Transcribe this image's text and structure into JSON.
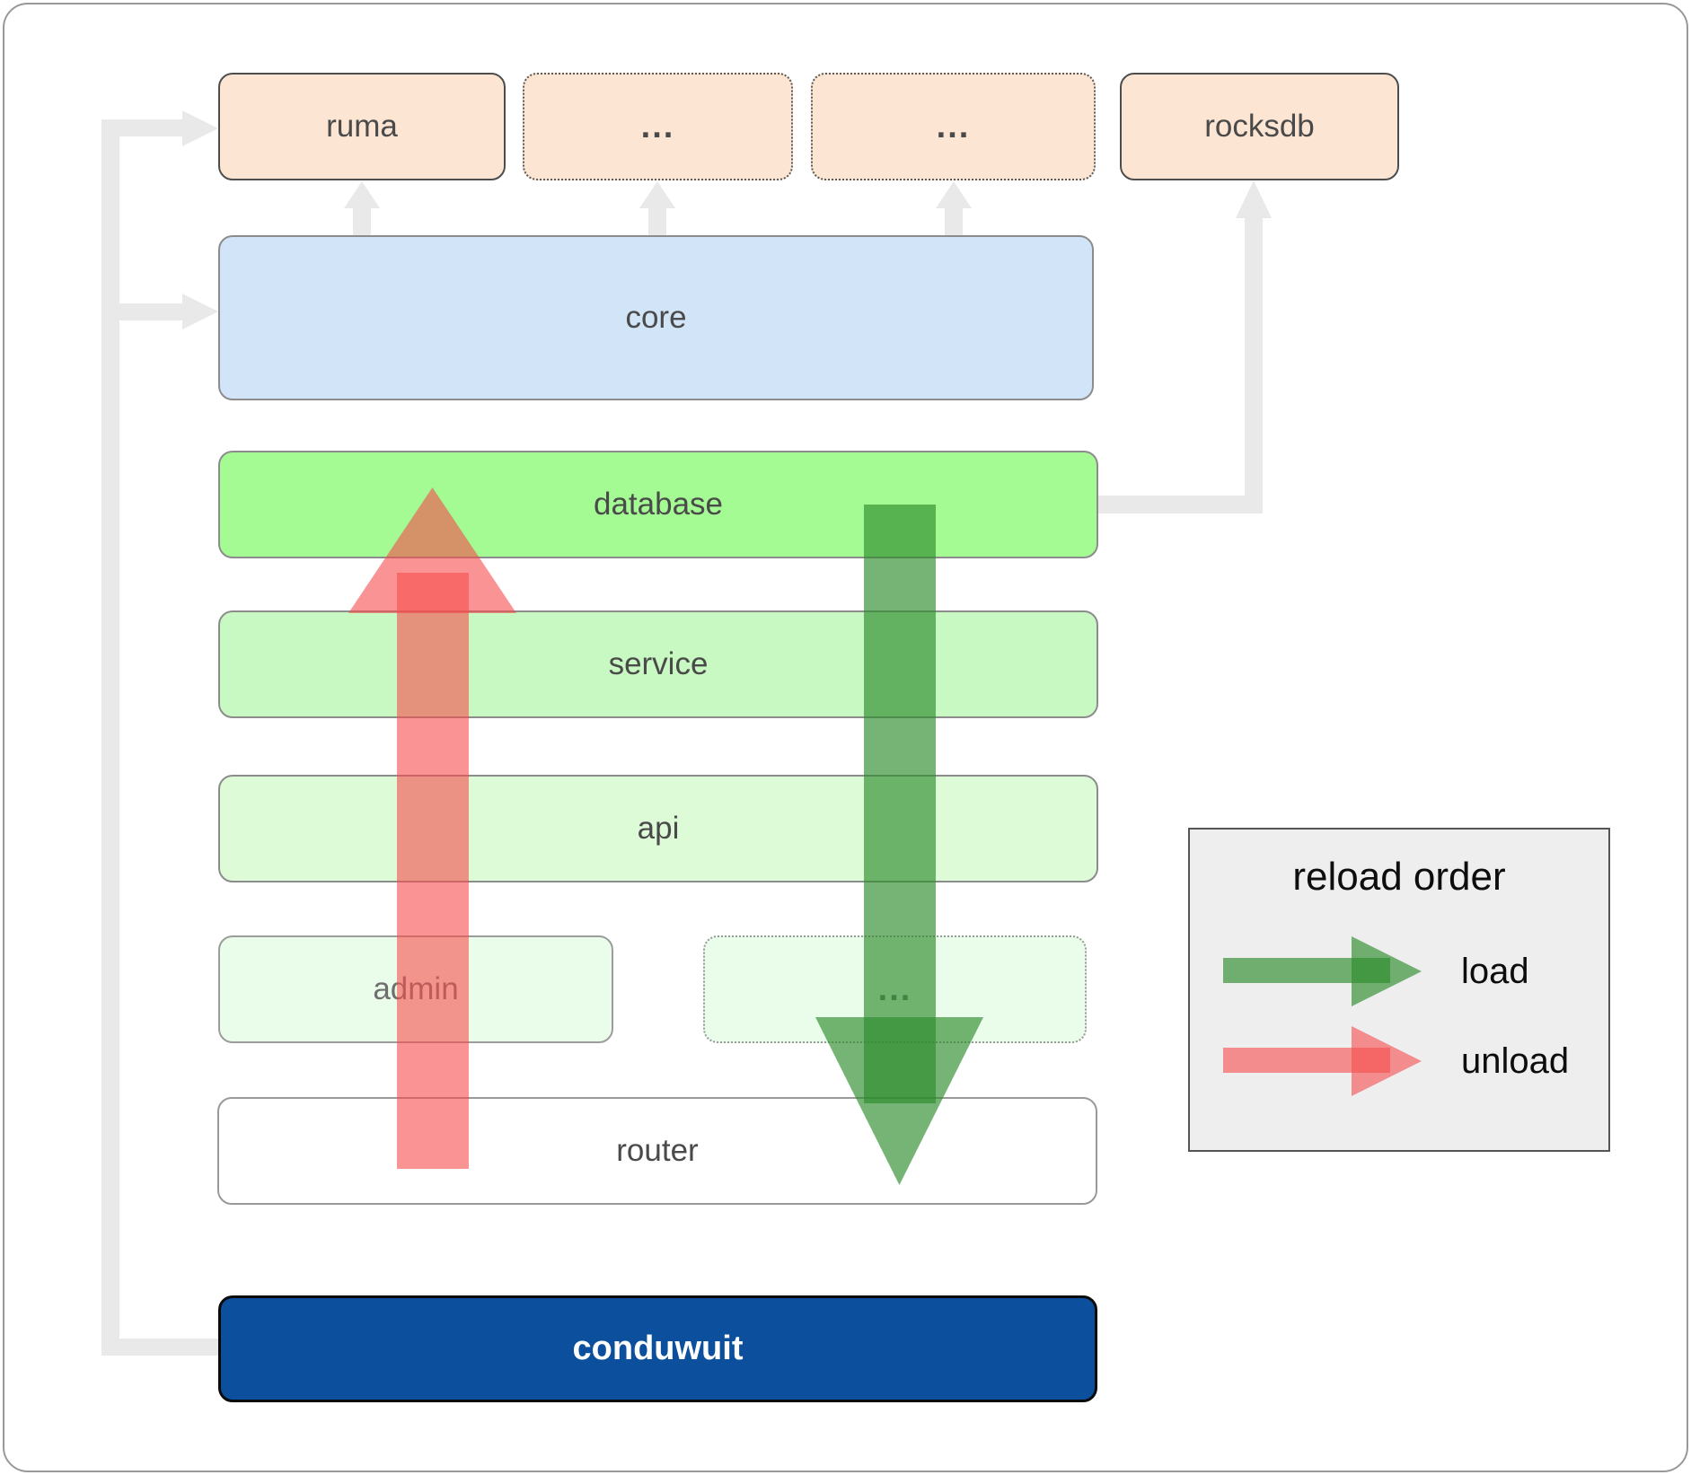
{
  "nodes": {
    "ruma": {
      "label": "ruma"
    },
    "ellipsis_top_left": {
      "label": "..."
    },
    "ellipsis_top_right": {
      "label": "..."
    },
    "rocksdb": {
      "label": "rocksdb"
    },
    "core": {
      "label": "core"
    },
    "database": {
      "label": "database"
    },
    "service": {
      "label": "service"
    },
    "api": {
      "label": "api"
    },
    "admin": {
      "label": "admin"
    },
    "ellipsis_admin_row": {
      "label": "..."
    },
    "router": {
      "label": "router"
    },
    "conduwuit": {
      "label": "conduwuit"
    }
  },
  "legend": {
    "title": "reload order",
    "items": [
      {
        "label": "load",
        "arrow_color": "green"
      },
      {
        "label": "unload",
        "arrow_color": "red"
      }
    ]
  },
  "colors": {
    "canvas_border": "#999999",
    "node_label": "#4a4a4a",
    "peach_fill": "#fce5d2",
    "peach_border": "#4d4d4d",
    "core_fill": "#d2e4f7",
    "database_fill": "#a4fb93",
    "service_fill": "#c9f9c2",
    "api_fill": "#ddfbd7",
    "admin_fill": "#eafdea",
    "router_fill": "#ffffff",
    "conduwuit_fill": "#0b4f9d",
    "conduwuit_text": "#ffffff",
    "gray_connector": "#e9e9e9",
    "load_arrow": "rgba(44,140,44,0.65)",
    "unload_arrow": "rgba(246,76,76,0.6)",
    "legend_fill": "#eeeeee",
    "legend_border": "#555555",
    "legend_text": "#0d0d0d"
  }
}
